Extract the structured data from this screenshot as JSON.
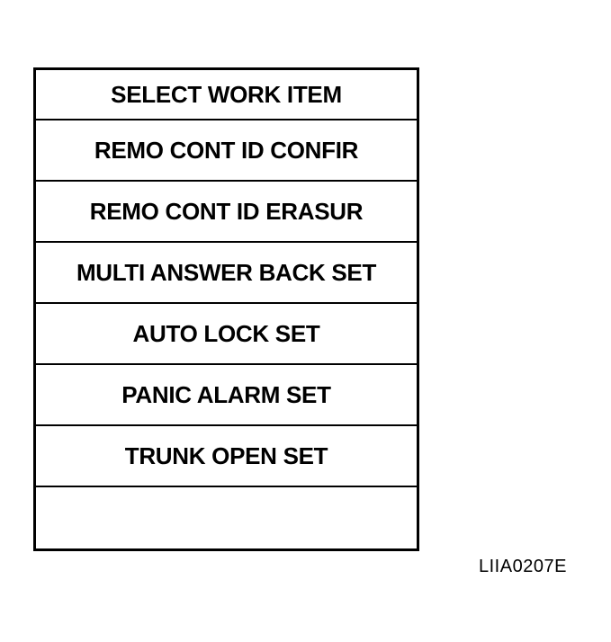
{
  "header": {
    "title": "SELECT WORK ITEM"
  },
  "menu": {
    "items": [
      {
        "label": "REMO CONT ID CONFIR"
      },
      {
        "label": "REMO CONT ID ERASUR"
      },
      {
        "label": "MULTI ANSWER BACK SET"
      },
      {
        "label": "AUTO LOCK SET"
      },
      {
        "label": "PANIC ALARM SET"
      },
      {
        "label": "TRUNK OPEN SET"
      },
      {
        "label": ""
      }
    ]
  },
  "figure": {
    "code": "LIIA0207E"
  }
}
